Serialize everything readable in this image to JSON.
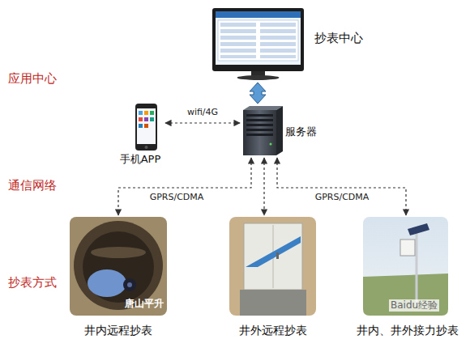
{
  "diagram": {
    "nodes": [
      {
        "text": [
          "抄表中心"
        ]
      },
      {
        "text": [
          "手机APP"
        ]
      },
      {
        "text": [
          "服务器"
        ]
      },
      {
        "text": [
          "唐山平升",
          "井内远程抄表"
        ]
      },
      {
        "text": [
          "井外远程抄表"
        ]
      },
      {
        "text": [
          "井内、井外接力抄表"
        ]
      }
    ],
    "edges": [
      {
        "from": 0,
        "to": 2,
        "arrow": "both"
      },
      {
        "from": 1,
        "to": 2,
        "arrow": "both",
        "label": "wifi/4G"
      },
      {
        "from": 2,
        "to": 3,
        "arrow": "both",
        "label": "GPRS/CDMA"
      },
      {
        "from": 2,
        "to": 4,
        "arrow": "both"
      },
      {
        "from": 2,
        "to": 5,
        "arrow": "both",
        "label": "GPRS/CDMA"
      }
    ],
    "labels": [
      "应用中心",
      "通信网络",
      "抄表方式",
      "Baidu经验"
    ]
  }
}
